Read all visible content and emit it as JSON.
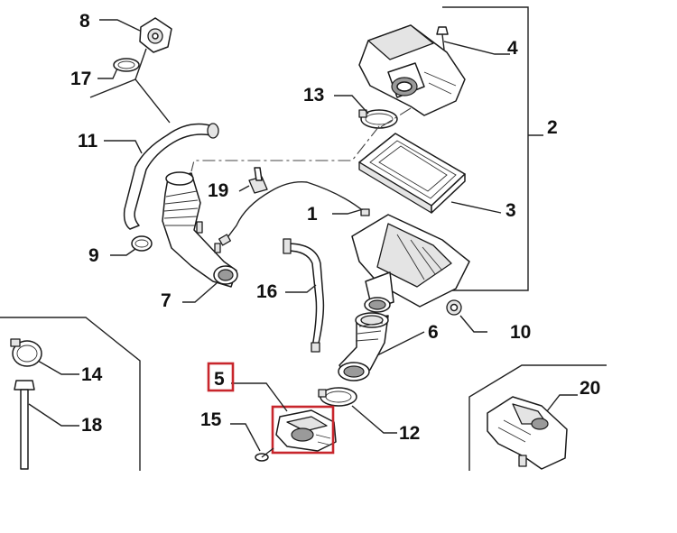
{
  "labels": {
    "l1": "1",
    "l2": "2",
    "l3": "3",
    "l4": "4",
    "l5": "5",
    "l6": "6",
    "l7": "7",
    "l8": "8",
    "l9": "9",
    "l10": "10",
    "l11": "11",
    "l12": "12",
    "l13": "13",
    "l14": "14",
    "l15": "15",
    "l16": "16",
    "l17": "17",
    "l18": "18",
    "l19": "19",
    "l20": "20"
  },
  "highlight": {
    "part": "5",
    "color": "#c8262c"
  }
}
